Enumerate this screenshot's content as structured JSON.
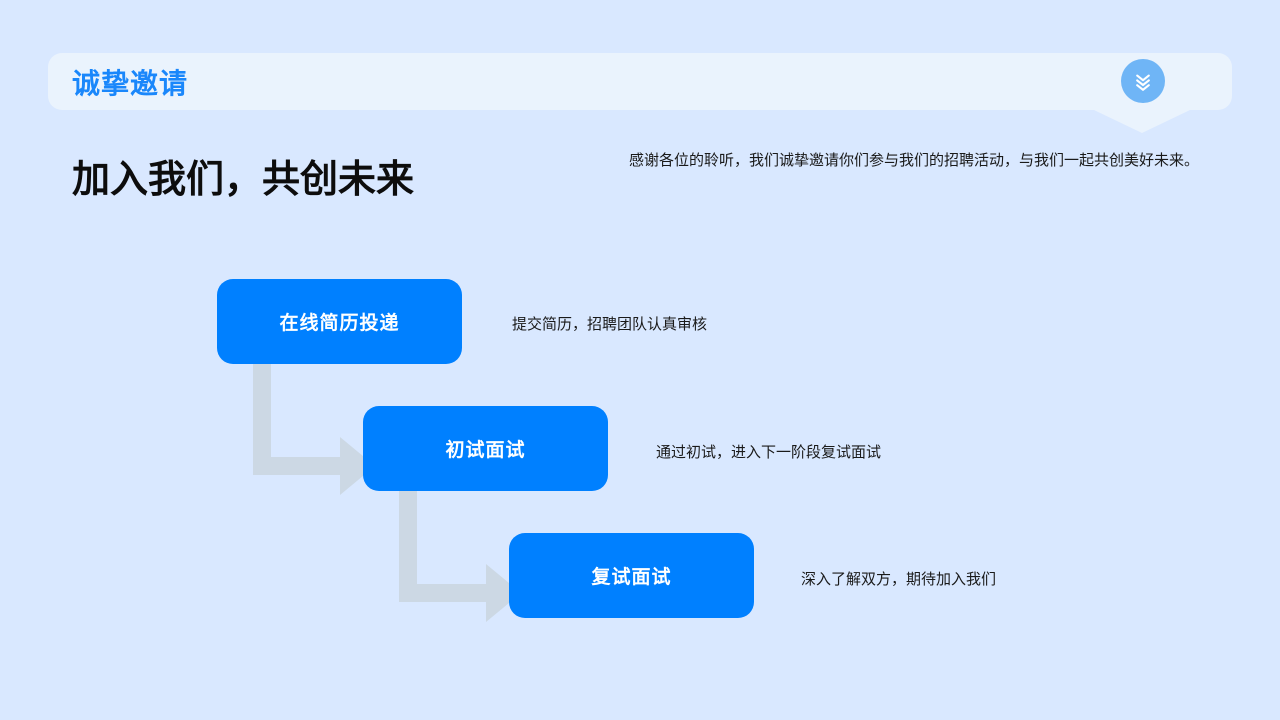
{
  "slide": {
    "background_color": "#d9e8ff",
    "accent_color": "#0080ff",
    "header": {
      "title": "诚挚邀请",
      "bar_color": "#eaf3fd",
      "title_color": "#1a87fb",
      "badge": {
        "icon": "double-chevron-down-icon",
        "color": "#6fb5f6"
      }
    },
    "intro": {
      "headline": "加入我们，共创未来",
      "paragraph": "感谢各位的聆听，我们诚挚邀请你们参与我们的招聘活动，与我们一起共创美好未来。"
    },
    "flow": {
      "connector_color": "#ccd8e4",
      "steps": [
        {
          "label": "在线简历投递",
          "description": "提交简历，招聘团队认真审核"
        },
        {
          "label": "初试面试",
          "description": "通过初试，进入下一阶段复试面试"
        },
        {
          "label": "复试面试",
          "description": "深入了解双方，期待加入我们"
        }
      ]
    }
  }
}
